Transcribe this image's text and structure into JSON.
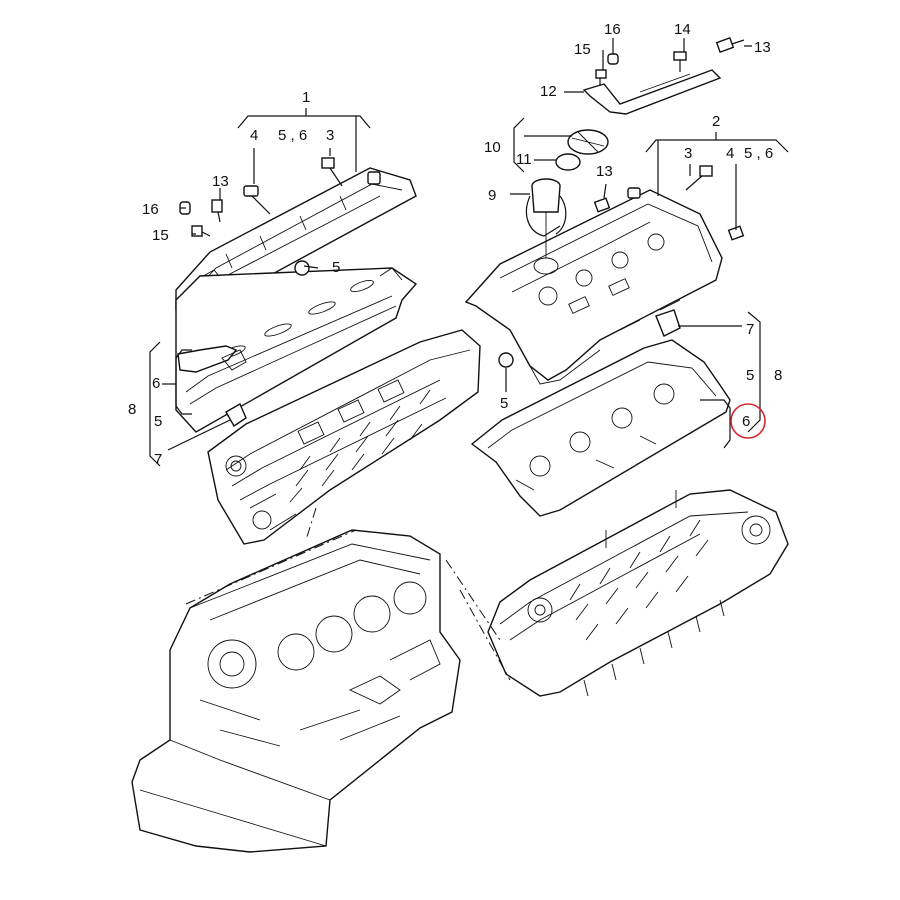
{
  "diagram": {
    "labels": {
      "l_1": "1",
      "l_2": "2",
      "l_left_4": "4",
      "l_left_56": "5 , 6",
      "l_left_3": "3",
      "l_left_13": "13",
      "l_left_16": "16",
      "l_left_15": "15",
      "l_left_5": "5",
      "l_left_bracket_6": "6",
      "l_left_bracket_8": "8",
      "l_left_bracket_5": "5",
      "l_left_bracket_7": "7",
      "l_top_16": "16",
      "l_top_15": "15",
      "l_top_14": "14",
      "l_top_13": "13",
      "l_top_12": "12",
      "l_10": "10",
      "l_11": "11",
      "l_9": "9",
      "l_mid_13": "13",
      "l_right_3": "3",
      "l_right_4": "4",
      "l_right_56": "5 , 6",
      "l_right_7": "7",
      "l_right_5": "5",
      "l_right_8": "8",
      "l_right_6": "6",
      "l_center_5": "5"
    },
    "highlight_label": "6",
    "highlight_color": "#d9262c"
  }
}
